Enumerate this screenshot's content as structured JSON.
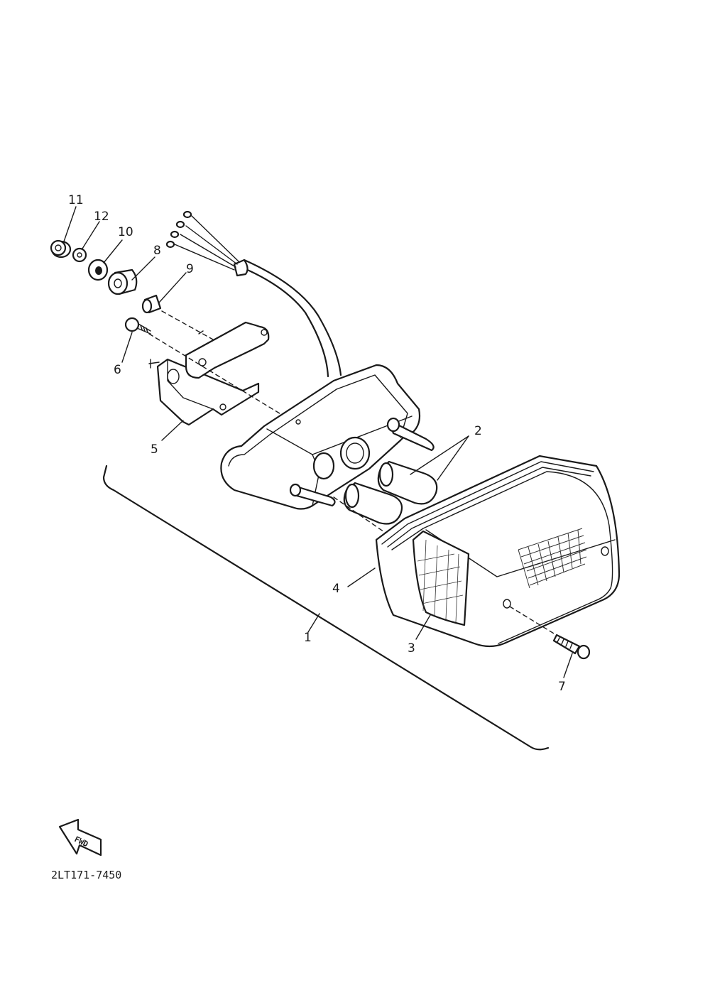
{
  "callouts": {
    "p1": "1",
    "p2": "2",
    "p3": "3",
    "p4": "4",
    "p5": "5",
    "p6": "6",
    "p7": "7",
    "p8": "8",
    "p9": "9",
    "p10": "10",
    "p11": "11",
    "p12": "12"
  },
  "fwd_label": "FWD",
  "diagram_code": "2LT171-7450"
}
